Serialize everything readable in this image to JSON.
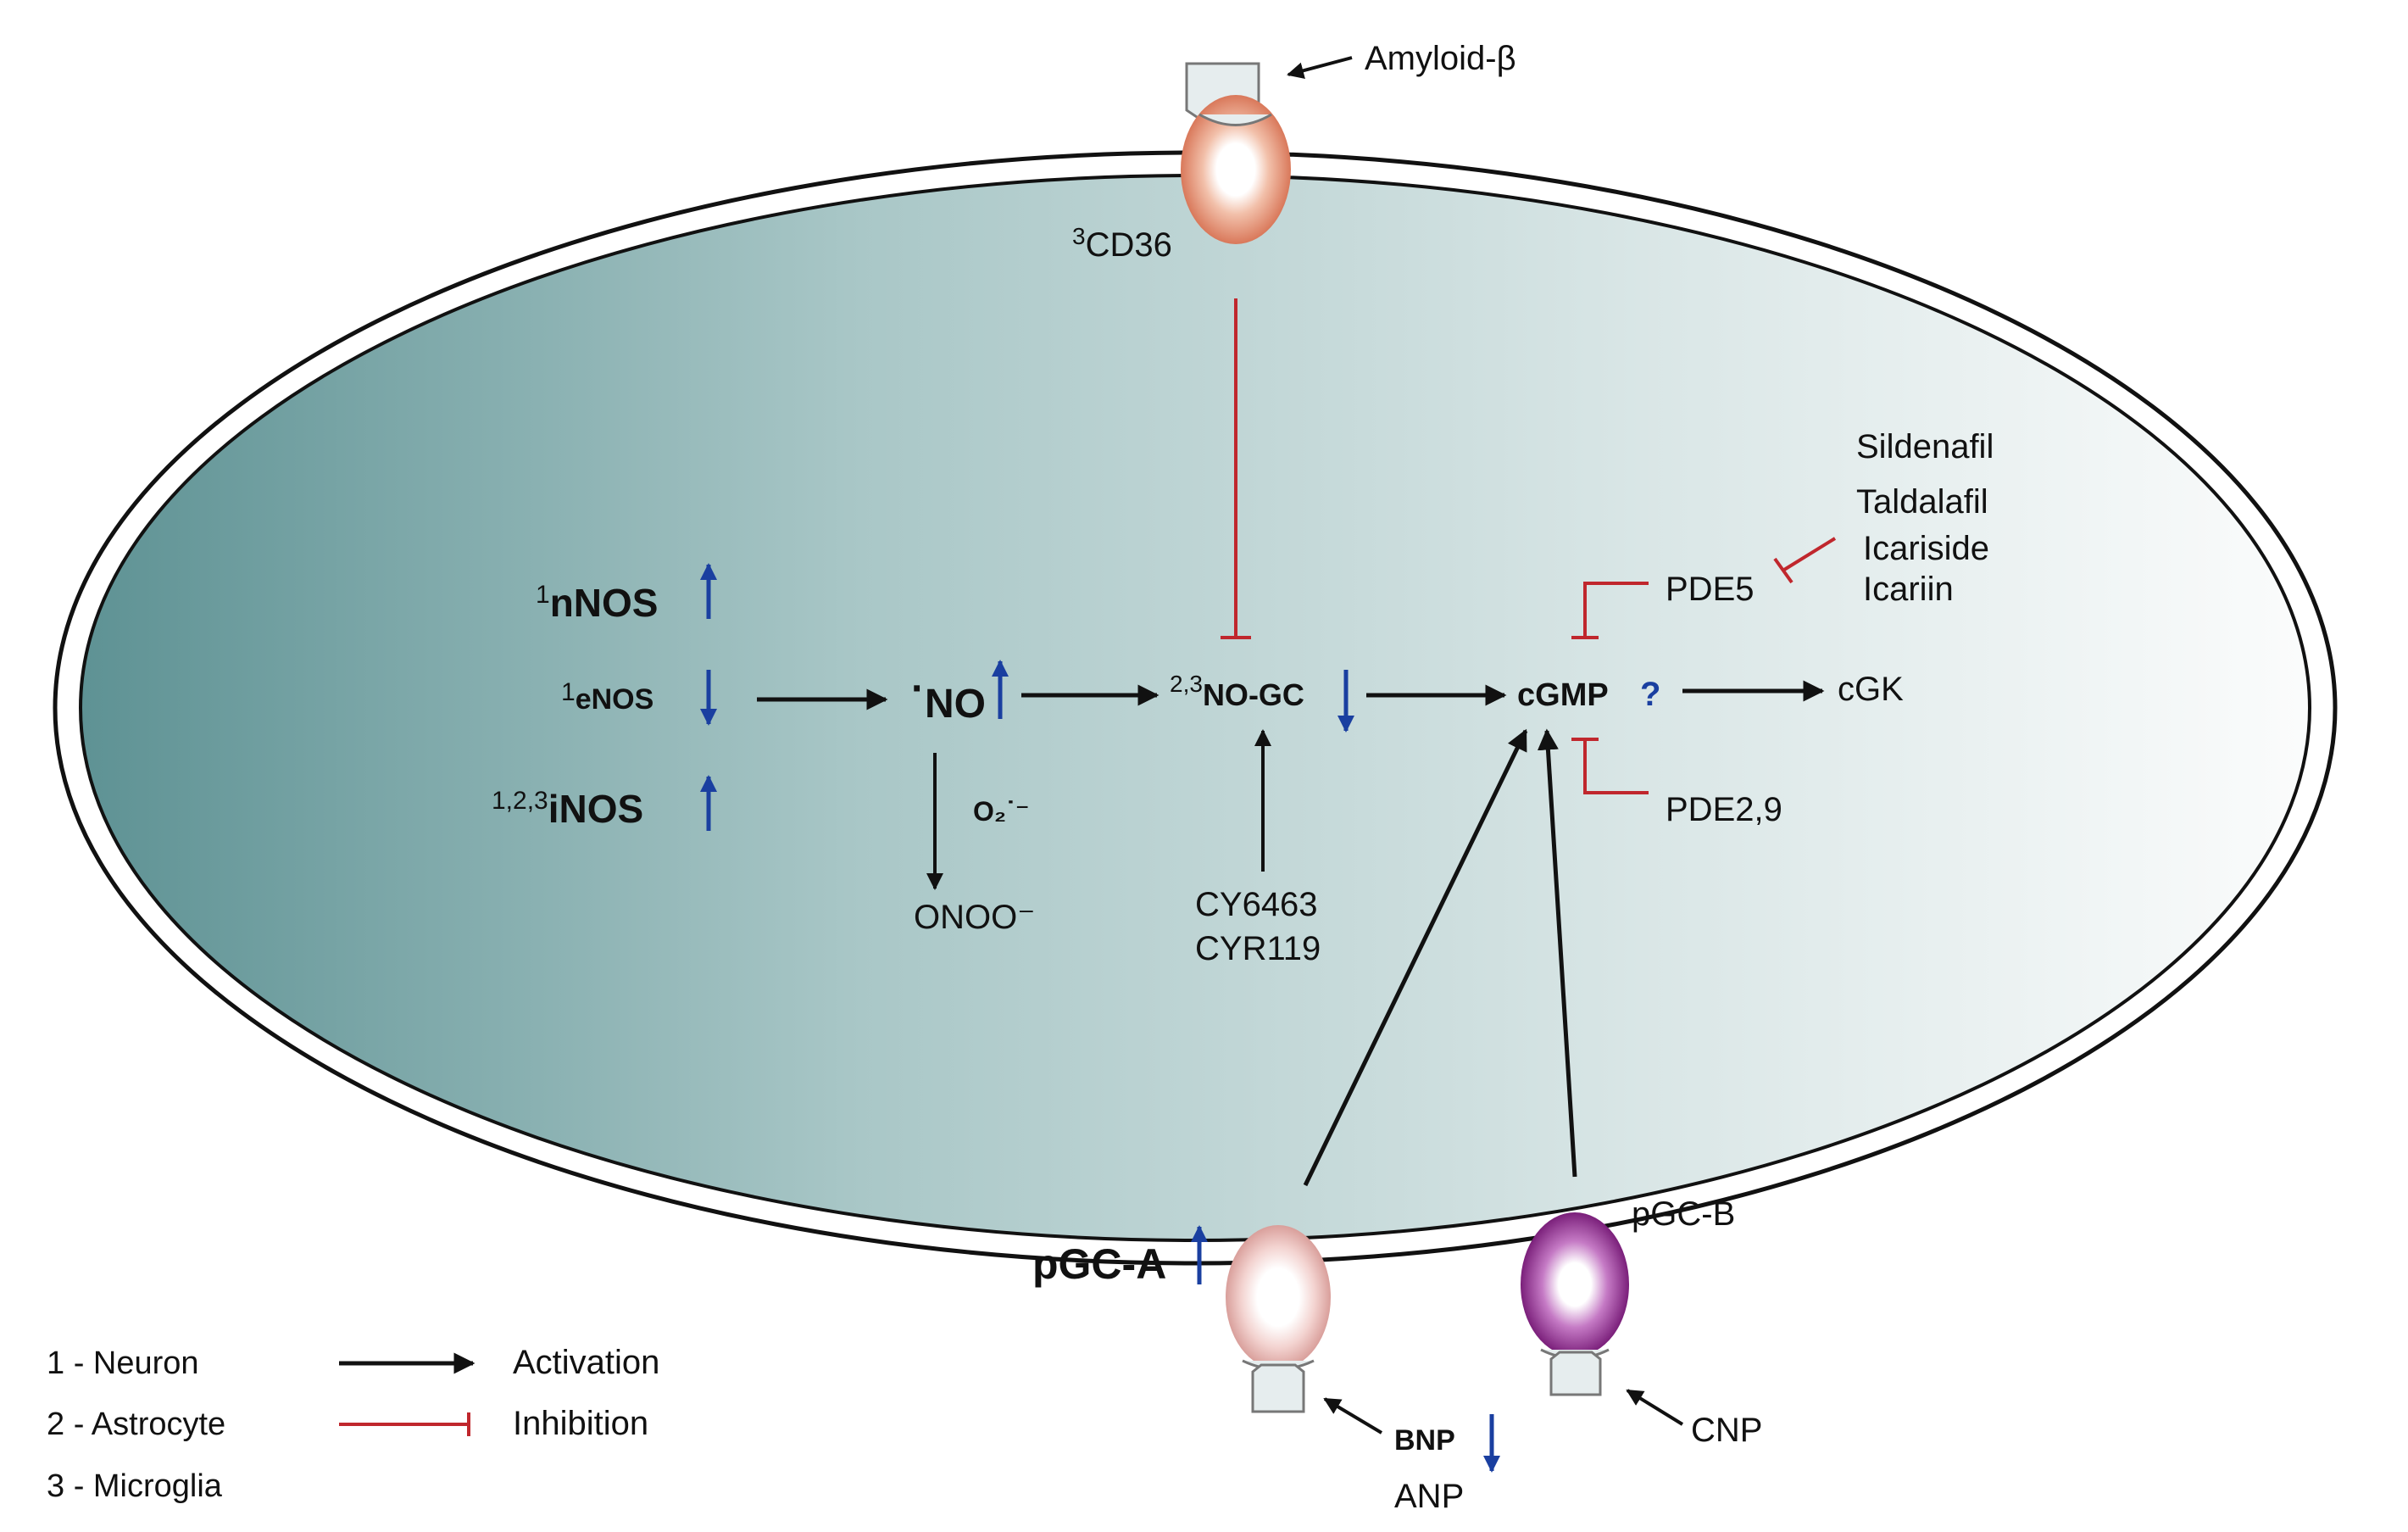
{
  "receptors": {
    "cd36": {
      "sup": "3",
      "label": "CD36"
    },
    "amyloid": "Amyloid-β",
    "pgc_a": "pGC-A",
    "pgc_b": "pGC-B",
    "bnp": "BNP",
    "anp": "ANP",
    "cnp": "CNP"
  },
  "enzymes": {
    "nnos": {
      "sup": "1",
      "label": "nNOS"
    },
    "enos": {
      "sup": "1",
      "label": "eNOS"
    },
    "inos": {
      "sup": "1,2,3",
      "label": "iNOS"
    },
    "no": {
      "dot": "·",
      "label": "NO"
    },
    "o2": "O₂˙⁻",
    "onoo": "ONOO⁻",
    "nogc": {
      "sup": "2,3",
      "label": "NO-GC"
    },
    "stimulator_1": "CY6463",
    "stimulator_2": "CYR119",
    "cgmp": "cGMP",
    "question": "?",
    "cgk": "cGK",
    "pde5": "PDE5",
    "pde29": "PDE2,9"
  },
  "inhibitors": [
    "Sildenafil",
    "Taldalafil",
    "Icariside",
    "Icariin"
  ],
  "legend": {
    "cells": [
      "1 - Neuron",
      "2 - Astrocyte",
      "3 - Microglia"
    ],
    "activation": "Activation",
    "inhibition": "Inhibition"
  },
  "colors": {
    "activation": "#111111",
    "inhibition": "#c0272d",
    "change_arrow": "#1a3fa0",
    "cell_dark": "#5e9294",
    "cd36": "#e0896b",
    "pgc_a": "#e9b9b6",
    "pgc_b": "#8c2f8c"
  }
}
